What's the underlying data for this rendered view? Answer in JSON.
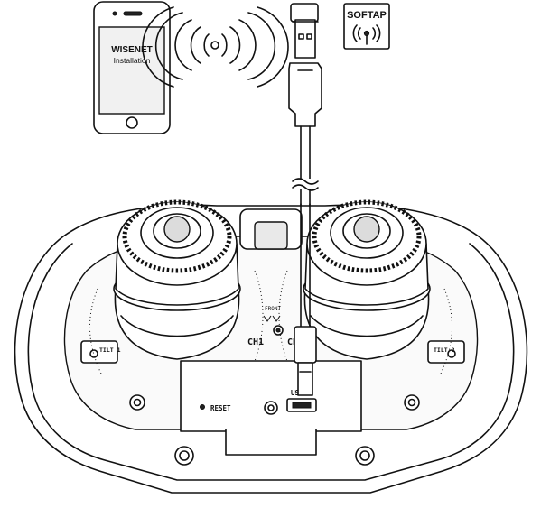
{
  "phone": {
    "brand": "WISENET",
    "app_name": "Installation"
  },
  "softap_badge": {
    "label": "SOFTAP"
  },
  "camera": {
    "channel_label_ch1": "CH1",
    "channel_label_ch2": "CH2",
    "usb_label": "USB",
    "reset_label": "RESET",
    "tilt_label_left": "TILT 1",
    "tilt_label_right": "TILT 2",
    "front_label": "FRONT"
  }
}
